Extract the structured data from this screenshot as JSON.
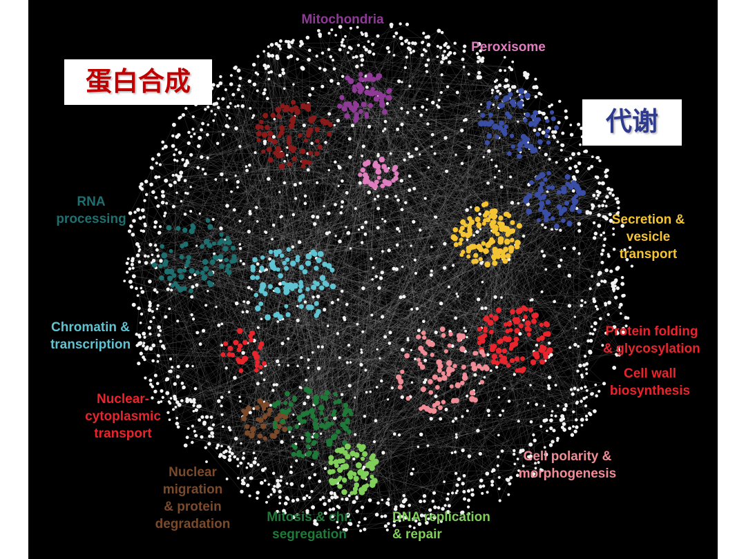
{
  "colors": {
    "background": "#000000",
    "node_white": "#f2f2f2",
    "edge": "#9a9a9a",
    "box_bg": "#ffffff",
    "box_text_red": "#c00000",
    "box_text_blue": "#2f3b8f"
  },
  "overlays": {
    "protein_synthesis": "蛋白合成",
    "metabolism": "代谢"
  },
  "clusters": [
    {
      "label": "Mitochondria",
      "color": "#8e3a96"
    },
    {
      "label": "Peroxisome",
      "color": "#e07fbf"
    },
    {
      "label": "RNA\nprocessing",
      "color": "#1e6f6f"
    },
    {
      "label": "Secretion &\nvesicle\ntransport",
      "color": "#f5c433"
    },
    {
      "label": "Chromatin &\ntranscription",
      "color": "#5fc3d2"
    },
    {
      "label": "Protein folding\n& glycosylation",
      "color": "#e8242c"
    },
    {
      "label": "Cell wall\nbiosynthesis",
      "color": "#e8242c"
    },
    {
      "label": "Nuclear-\ncytoplasmic\ntransport",
      "color": "#e8242c"
    },
    {
      "label": "Cell polarity &\nmorphogenesis",
      "color": "#f08c95"
    },
    {
      "label": "Nuclear\nmigration\n& protein\ndegradation",
      "color": "#7a4a2a"
    },
    {
      "label": "Mitosis & chr.\nsegregation",
      "color": "#1f7a3a"
    },
    {
      "label": "DNA replication\n& repair",
      "color": "#7fcf5a"
    }
  ],
  "hidden_clusters": [
    {
      "name": "protein-synthesis",
      "color": "#8b1a1a"
    },
    {
      "name": "metabolism",
      "color": "#3a4ea6"
    }
  ]
}
